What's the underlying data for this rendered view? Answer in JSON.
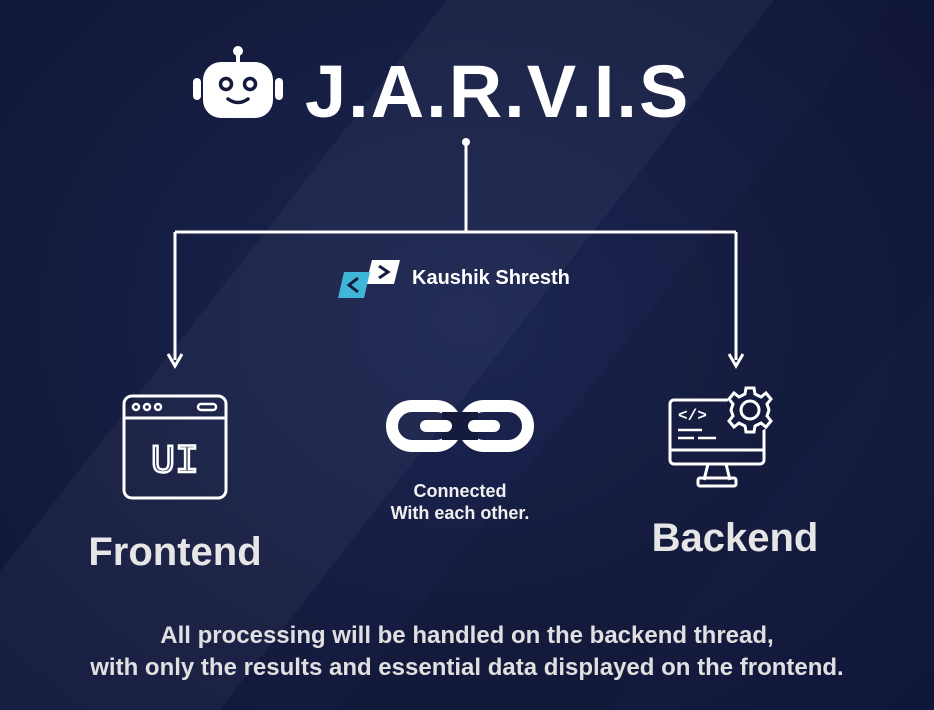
{
  "title": "J.A.R.V.I.S",
  "brand": {
    "name": "Kaushik Shresth"
  },
  "frontend": {
    "label": "Frontend",
    "icon_text": "UI"
  },
  "backend": {
    "label": "Backend",
    "icon_code": "</>"
  },
  "connector": {
    "line1": "Connected",
    "line2": "With each other."
  },
  "footer": {
    "line1": "All processing will be handled on the backend thread,",
    "line2": "with only the results and essential data displayed on the frontend."
  },
  "colors": {
    "background": "#141b3d",
    "foreground": "#ffffff",
    "brand_accent": "#3fb6d8"
  },
  "icons": [
    "robot-icon",
    "brand-logo-icon",
    "ui-window-icon",
    "chain-link-icon",
    "backend-monitor-gear-icon"
  ]
}
